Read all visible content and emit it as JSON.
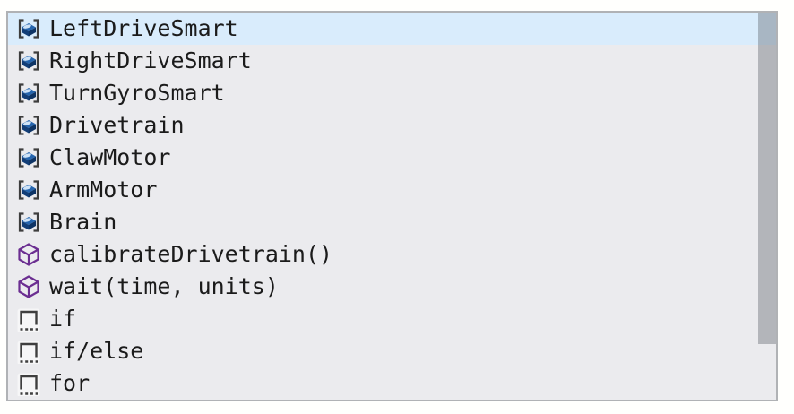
{
  "autocomplete": {
    "widget": "code-suggestion-list",
    "items": [
      {
        "label": "LeftDriveSmart",
        "icon": "device-icon",
        "kind": "device",
        "selected": true
      },
      {
        "label": "RightDriveSmart",
        "icon": "device-icon",
        "kind": "device",
        "selected": false
      },
      {
        "label": "TurnGyroSmart",
        "icon": "device-icon",
        "kind": "device",
        "selected": false
      },
      {
        "label": "Drivetrain",
        "icon": "device-icon",
        "kind": "device",
        "selected": false
      },
      {
        "label": "ClawMotor",
        "icon": "device-icon",
        "kind": "device",
        "selected": false
      },
      {
        "label": "ArmMotor",
        "icon": "device-icon",
        "kind": "device",
        "selected": false
      },
      {
        "label": "Brain",
        "icon": "device-icon",
        "kind": "device",
        "selected": false
      },
      {
        "label": "calibrateDrivetrain()",
        "icon": "function-icon",
        "kind": "function",
        "selected": false
      },
      {
        "label": "wait(time, units)",
        "icon": "function-icon",
        "kind": "function",
        "selected": false
      },
      {
        "label": "if",
        "icon": "snippet-icon",
        "kind": "snippet",
        "selected": false
      },
      {
        "label": "if/else",
        "icon": "snippet-icon",
        "kind": "snippet",
        "selected": false
      },
      {
        "label": "for",
        "icon": "snippet-icon",
        "kind": "snippet",
        "selected": false
      }
    ],
    "colors": {
      "selected_row_bg": "#d9ecfc",
      "row_bg": "#ebebee",
      "panel_border": "#b0b2b5",
      "text": "#1b1b1b",
      "device_icon_top": "#2565ae",
      "device_icon_front": "#123e77",
      "device_icon_side": "#0e3465",
      "device_icon_bracket": "#3d3d3d",
      "function_icon": "#6b2e91",
      "snippet_icon": "#3f3f3f",
      "scrollbar_thumb": "rgba(90,95,102,0.38)"
    },
    "scrollbar": {
      "visible": true
    }
  }
}
